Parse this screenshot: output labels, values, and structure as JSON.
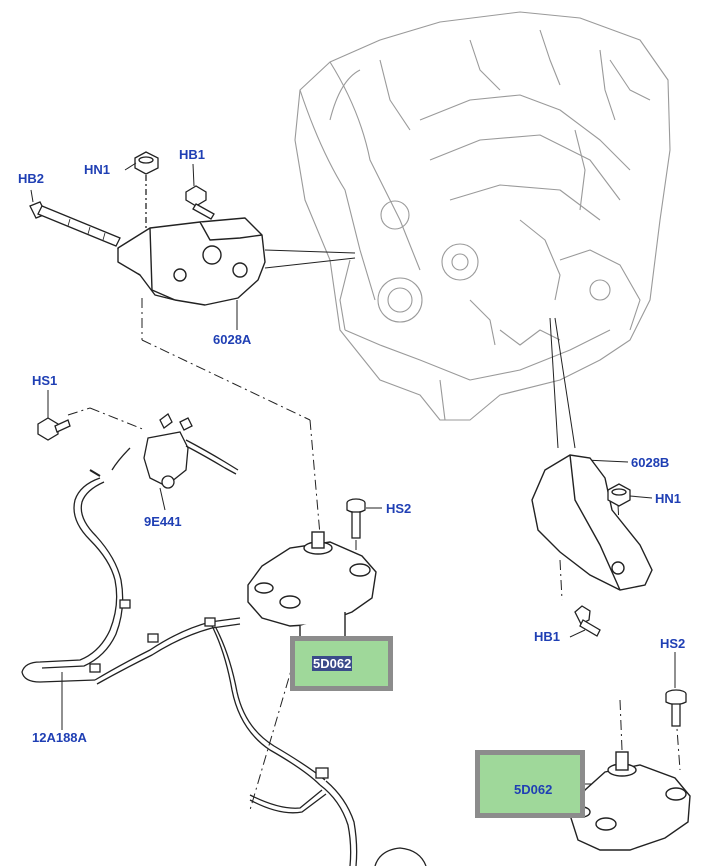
{
  "callouts": {
    "hb2": "HB2",
    "hn1_left": "HN1",
    "hb1_top": "HB1",
    "part_6028a": "6028A",
    "hs1": "HS1",
    "part_9e441": "9E441",
    "hs2_center": "HS2",
    "part_12a188a": "12A188A",
    "part_6028b": "6028B",
    "hn1_right": "HN1",
    "hb1_right": "HB1",
    "hs2_right": "HS2"
  },
  "highlights": {
    "mount_center": "5D062",
    "mount_right": "5D062"
  },
  "colors": {
    "label": "#1f3fb4",
    "highlight_fill": "#9fd89a",
    "highlight_border": "#8c8c8c",
    "line": "#333333",
    "engine_line": "#9a9a9a"
  }
}
